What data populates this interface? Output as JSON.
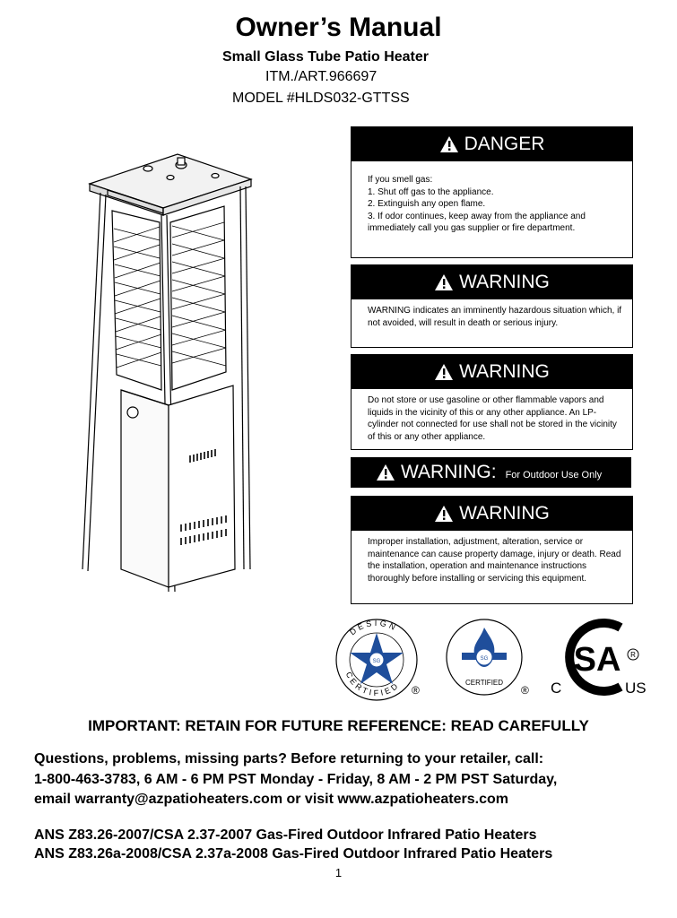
{
  "header": {
    "title": "Owner’s Manual",
    "subtitle": "Small Glass Tube Patio Heater",
    "item_number": "ITM./ART.966697",
    "model": "MODEL #HLDS032-GTTSS"
  },
  "boxes": [
    {
      "heading": "DANGER",
      "body": "If you smell gas:\n1. Shut off gas to the appliance.\n2. Extinguish any open flame.\n3. If odor continues, keep away from the appliance and immediately call you gas supplier or fire department."
    },
    {
      "heading": "WARNING",
      "body": "WARNING indicates an imminently hazardous situation which, if not avoided, will result in death or serious injury."
    },
    {
      "heading": "WARNING",
      "body": "Do not store or use gasoline or other flammable vapors and liquids in the vicinity of this or any other appliance. An LP-cylinder not connected for use shall not be stored in the vicinity of this or any other appliance."
    },
    {
      "heading": "WARNING",
      "body": "Improper installation, adjustment, alteration, service or maintenance can cause property damage, injury or death. Read the installation, operation and maintenance instructions thoroughly before installing or servicing this equipment."
    }
  ],
  "outdoor_warning": {
    "heading": "WARNING:",
    "note": "For Outdoor Use Only"
  },
  "logos": {
    "design_certified": "DESIGN CERTIFIED",
    "certified": "CERTIFIED",
    "csa_c": "C",
    "csa_us": "US",
    "registered": "®"
  },
  "important": "IMPORTANT: RETAIN FOR FUTURE REFERENCE: READ CAREFULLY",
  "contact": {
    "line1": "Questions, problems, missing parts?  Before returning to your retailer, call:",
    "line2": "1-800-463-3783, 6 AM - 6 PM PST Monday - Friday, 8 AM - 2 PM PST Saturday,",
    "line3": "email warranty@azpatioheaters.com or visit www.azpatioheaters.com"
  },
  "standards": {
    "line1": "ANS Z83.26-2007/CSA 2.37-2007 Gas-Fired Outdoor Infrared Patio Heaters",
    "line2": "ANS Z83.26a-2008/CSA 2.37a-2008 Gas-Fired Outdoor Infrared Patio Heaters"
  },
  "page_number": "1"
}
